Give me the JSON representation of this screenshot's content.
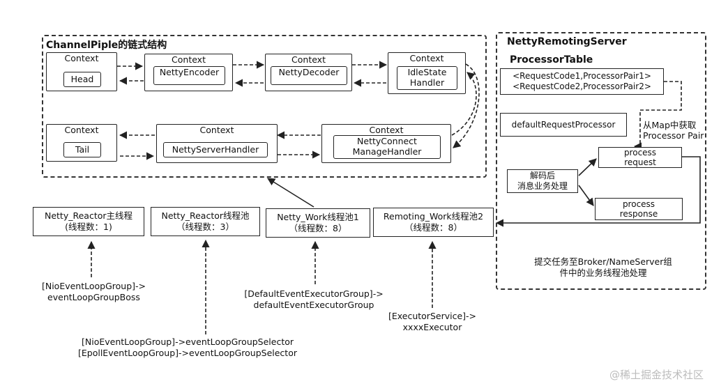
{
  "channel_pipeline": {
    "title": "ChannelPiple的链式结构",
    "contexts": {
      "head": {
        "label": "Context",
        "inner": "Head"
      },
      "encoder": {
        "label": "Context",
        "inner": "NettyEncoder"
      },
      "decoder": {
        "label": "Context",
        "inner": "NettyDecoder"
      },
      "idle": {
        "label": "Context",
        "inner_line1": "IdleState",
        "inner_line2": "Handler"
      },
      "tail": {
        "label": "Context",
        "inner": "Tail"
      },
      "server_handler": {
        "label": "Context",
        "inner": "NettyServerHandler"
      },
      "connect_manage": {
        "label": "Context",
        "inner_line1": "NettyConnect",
        "inner_line2": "ManageHandler"
      }
    }
  },
  "remoting_server": {
    "title": "NettyRemotingServer",
    "processor_table_title": "ProcessorTable",
    "processor_table_line1": "<RequestCode1,ProcessorPair1>",
    "processor_table_line2": "<RequestCode2,ProcessorPair2>",
    "default_processor": "defaultRequestProcessor",
    "from_map_line1": "从Map中获取",
    "from_map_line2": "Processor Pair",
    "decode_line1": "解码后",
    "decode_line2": "消息业务处理",
    "process_request_line1": "process",
    "process_request_line2": "request",
    "process_response_line1": "process",
    "process_response_line2": "response",
    "submit_line1": "提交任务至Broker/NameServer组",
    "submit_line2": "件中的业务线程池处理"
  },
  "thread_pools": [
    {
      "line1": "Netty_Reactor主线程",
      "line2": "(线程数：1)"
    },
    {
      "line1": "Netty_Reactor线程池",
      "line2": "（线程数：3）"
    },
    {
      "line1": "Netty_Work线程池1",
      "line2": "（线程数：8）"
    },
    {
      "line1": "Remoting_Work线程池2",
      "line2": "（线程数：8）"
    }
  ],
  "annotations": {
    "boss_line1": "[NioEventLoopGroup]->",
    "boss_line2": "eventLoopGroupBoss",
    "selector_line1": "[NioEventLoopGroup]->eventLoopGroupSelector",
    "selector_line2": "[EpollEventLoopGroup]->eventLoopGroupSelector",
    "executor_group_line1": "[DefaultEventExecutorGroup]->",
    "executor_group_line2": "defaultEventExecutorGroup",
    "executor_service_line1": "[ExecutorService]->",
    "executor_service_line2": "xxxxExecutor"
  },
  "watermark": "@稀土掘金技术社区"
}
